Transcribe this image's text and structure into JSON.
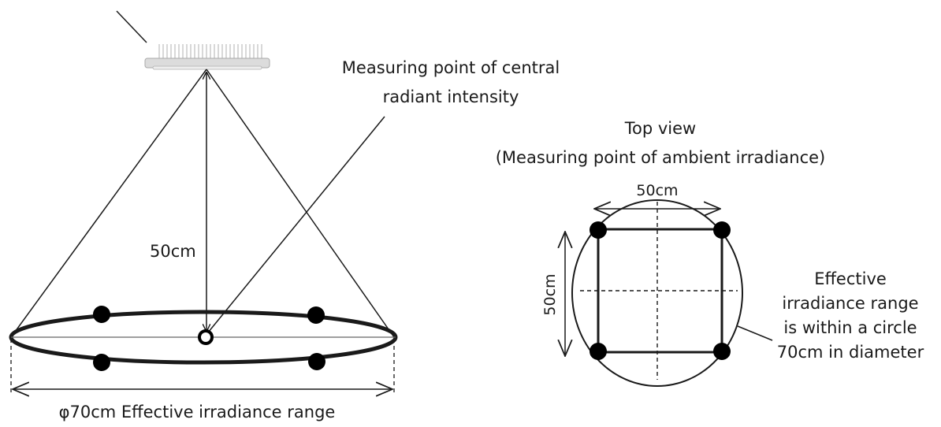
{
  "labels": {
    "measuring_central": [
      "Measuring point of central",
      "radiant intensity"
    ],
    "distance": "50cm",
    "diameter": "φ70cm Effective irradiance range",
    "top_view_title": "Top view",
    "top_view_subtitle": "(Measuring point of ambient irradiance)",
    "square_width": "50cm",
    "square_height": "50cm",
    "range_note": [
      "Effective",
      "irradiance range",
      "is within a circle",
      "70cm in diameter"
    ]
  },
  "colors": {
    "ink": "#1a1a1a",
    "lamp_body": "#d9d9d9",
    "fins": "#bfbfbf"
  }
}
